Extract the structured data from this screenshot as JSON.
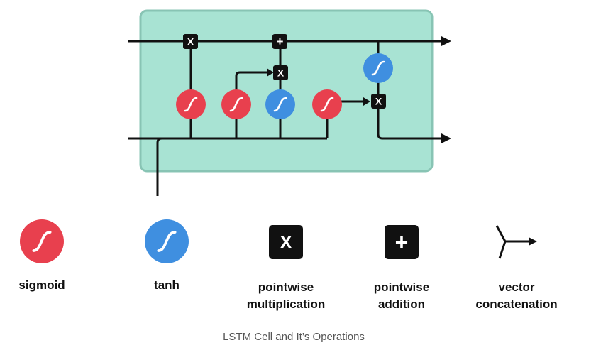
{
  "diagram": {
    "ops": {
      "multiply": "X",
      "add": "+"
    }
  },
  "legend": {
    "sigmoid": "sigmoid",
    "tanh": "tanh",
    "pointwise_multiplication": "pointwise\nmultiplication",
    "pointwise_addition": "pointwise\naddition",
    "vector_concatenation": "vector\nconcatenation"
  },
  "caption": "LSTM Cell and It’s Operations",
  "colors": {
    "cell_fill": "#a8e3d3",
    "cell_border": "#88c4b4",
    "sigmoid": "#e8404e",
    "tanh": "#3f8fe0",
    "op_box": "#111111",
    "line": "#111111"
  }
}
